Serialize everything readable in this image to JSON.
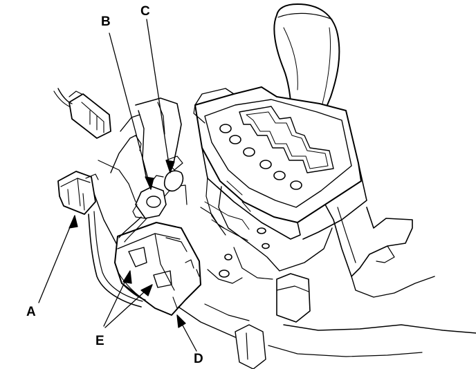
{
  "callouts": {
    "a": "A",
    "b": "B",
    "c": "C",
    "d": "D",
    "e": "E"
  },
  "colors": {
    "ink": "#000000",
    "paper": "#ffffff"
  },
  "parts": {
    "shift_knob": "shift-knob-icon",
    "shift_gate": "shift-gate-icon",
    "connector_a": "connector-icon",
    "switch_d": "switch-icon"
  }
}
